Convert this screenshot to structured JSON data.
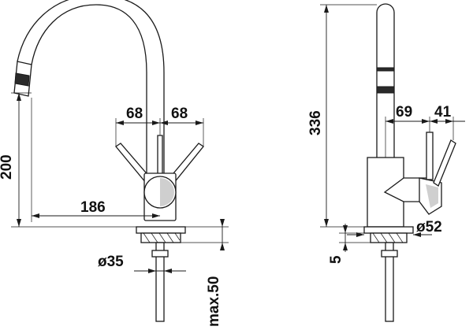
{
  "dimensions": {
    "height_200": "200",
    "reach_186": "186",
    "spread_left_68": "68",
    "spread_right_68": "68",
    "thread_35": "ø35",
    "max_50": "max.50",
    "height_336": "336",
    "offset_69": "69",
    "offset_41": "41",
    "base_52": "ø52",
    "thickness_5": "5"
  }
}
